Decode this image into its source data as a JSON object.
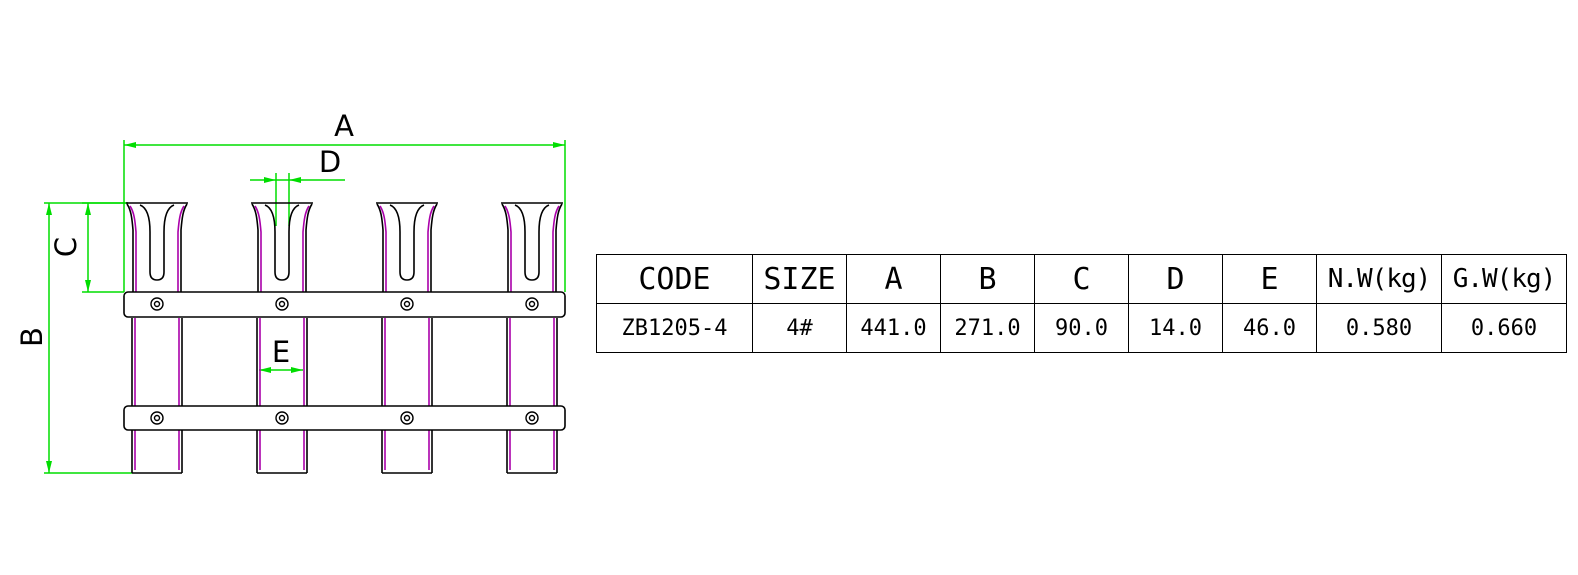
{
  "drawing": {
    "labels": {
      "a": "A",
      "b": "B",
      "c": "C",
      "d": "D",
      "e": "E"
    },
    "colors": {
      "outline": "#000000",
      "dimension": "#00dd00",
      "highlight": "#aa00aa"
    }
  },
  "spec_table": {
    "headers": [
      "CODE",
      "SIZE",
      "A",
      "B",
      "C",
      "D",
      "E",
      "N.W(kg)",
      "G.W(kg)"
    ],
    "rows": [
      [
        "ZB1205-4",
        "4#",
        "441.0",
        "271.0",
        "90.0",
        "14.0",
        "46.0",
        "0.580",
        "0.660"
      ]
    ]
  }
}
